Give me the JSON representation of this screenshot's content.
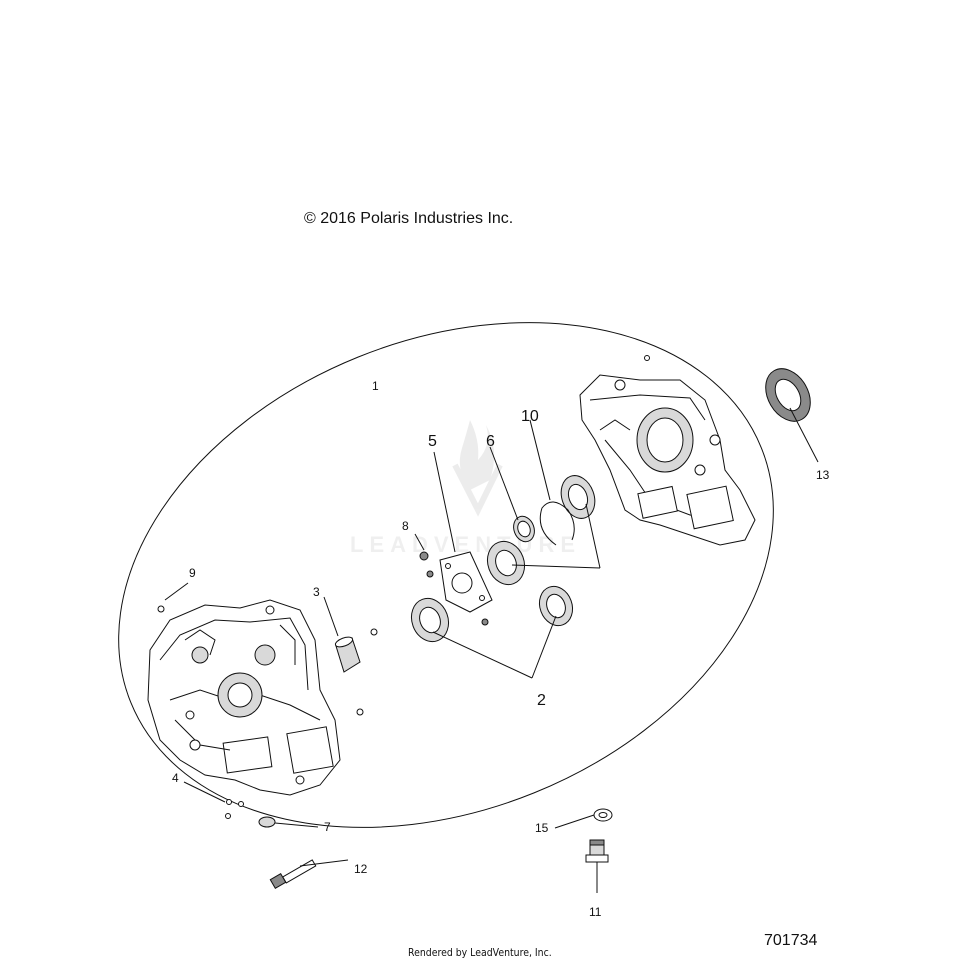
{
  "copyright": "© 2016 Polaris Industries Inc.",
  "rendered_by": "Rendered by LeadVenture, Inc.",
  "diagram_id": "701734",
  "watermark": "LEADVENTURE",
  "callouts": [
    {
      "id": "c1",
      "label": "1"
    },
    {
      "id": "c2",
      "label": "2"
    },
    {
      "id": "c3",
      "label": "3"
    },
    {
      "id": "c4",
      "label": "4"
    },
    {
      "id": "c5",
      "label": "5"
    },
    {
      "id": "c6",
      "label": "6"
    },
    {
      "id": "c7",
      "label": "7"
    },
    {
      "id": "c8",
      "label": "8"
    },
    {
      "id": "c9",
      "label": "9"
    },
    {
      "id": "c10",
      "label": "10"
    },
    {
      "id": "c11",
      "label": "11"
    },
    {
      "id": "c12",
      "label": "12"
    },
    {
      "id": "c13",
      "label": "13"
    },
    {
      "id": "c15",
      "label": "15"
    }
  ]
}
